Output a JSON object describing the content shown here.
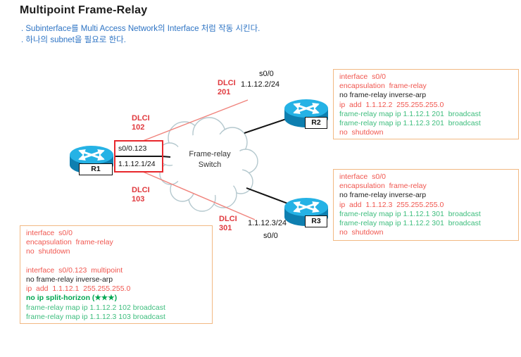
{
  "title": "Multipoint Frame-Relay",
  "notes": [
    ". Subinterface를  Multi  Access  Network의  Interface  처럼  작동  시킨다.",
    ". 하나의  subnet을  필요로  한다."
  ],
  "diagram": {
    "routers": [
      {
        "name": "R1"
      },
      {
        "name": "R2"
      },
      {
        "name": "R3"
      }
    ],
    "cloud": {
      "line1": "Frame-relay",
      "line2": "Switch"
    },
    "r1_box": {
      "interface": "s0/0.123",
      "ip": "1.1.12.1/24"
    },
    "r2_labels": {
      "interface": "s0/0",
      "ip": "1.1.12.2/24"
    },
    "r3_labels": {
      "ip": "1.1.12.3/24",
      "interface": "s0/0"
    },
    "dlci": [
      {
        "line1": "DLCI",
        "line2": "102"
      },
      {
        "line1": "DLCI",
        "line2": "201"
      },
      {
        "line1": "DLCI",
        "line2": "103"
      },
      {
        "line1": "DLCI",
        "line2": "301"
      }
    ]
  },
  "config_boxes": {
    "r1": {
      "lines": [
        {
          "t": "interface  s0/0",
          "c": "red"
        },
        {
          "t": "encapsulation  frame-relay",
          "c": "red"
        },
        {
          "t": "no  shutdown",
          "c": "red"
        },
        {
          "t": " ",
          "c": "blk"
        },
        {
          "t": "interface  s0/0.123  multipoint",
          "c": "red"
        },
        {
          "t": "no frame-relay inverse-arp",
          "c": "blk"
        },
        {
          "t": "ip  add  1.1.12.1  255.255.255.0",
          "c": "red"
        },
        {
          "t": "no ip split-horizon (★★★)",
          "c": "grnb"
        },
        {
          "t": "frame-relay map ip 1.1.12.2 102 broadcast",
          "c": "grn"
        },
        {
          "t": "frame-relay map ip 1.1.12.3 103 broadcast",
          "c": "grn"
        }
      ]
    },
    "r2": {
      "lines": [
        {
          "t": "interface  s0/0",
          "c": "red"
        },
        {
          "t": "encapsulation  frame-relay",
          "c": "red"
        },
        {
          "t": "no frame-relay inverse-arp",
          "c": "blk"
        },
        {
          "t": "ip  add  1.1.12.2  255.255.255.0",
          "c": "red"
        },
        {
          "t": "frame-relay map ip 1.1.12.1 201  broadcast",
          "c": "grn"
        },
        {
          "t": "frame-relay map ip 1.1.12.3 201  broadcast",
          "c": "grn"
        },
        {
          "t": "no  shutdown",
          "c": "red"
        }
      ]
    },
    "r3": {
      "lines": [
        {
          "t": "interface  s0/0",
          "c": "red"
        },
        {
          "t": "encapsulation  frame-relay",
          "c": "red"
        },
        {
          "t": "no frame-relay inverse-arp",
          "c": "blk"
        },
        {
          "t": "ip  add  1.1.12.3  255.255.255.0",
          "c": "red"
        },
        {
          "t": "frame-relay map ip 1.1.12.1 301  broadcast",
          "c": "grn"
        },
        {
          "t": "frame-relay map ip 1.1.12.2 301  broadcast",
          "c": "grn"
        },
        {
          "t": "no  shutdown",
          "c": "red"
        }
      ]
    }
  },
  "colors": {
    "note_blue": "#2e74c4",
    "dlci_red": "#e0393e",
    "interface_box_border": "#e8272c",
    "pvc_line_red": "#f0837c",
    "physical_line_black": "#141414",
    "config_border_orange": "#f2b983",
    "config_red": "#f0564f",
    "config_green": "#3dbd7d",
    "config_green_bold": "#00a651",
    "cloud_stroke": "#b4c8ce",
    "router_top": "#25b2e5",
    "router_body": "#0e7fb0"
  }
}
